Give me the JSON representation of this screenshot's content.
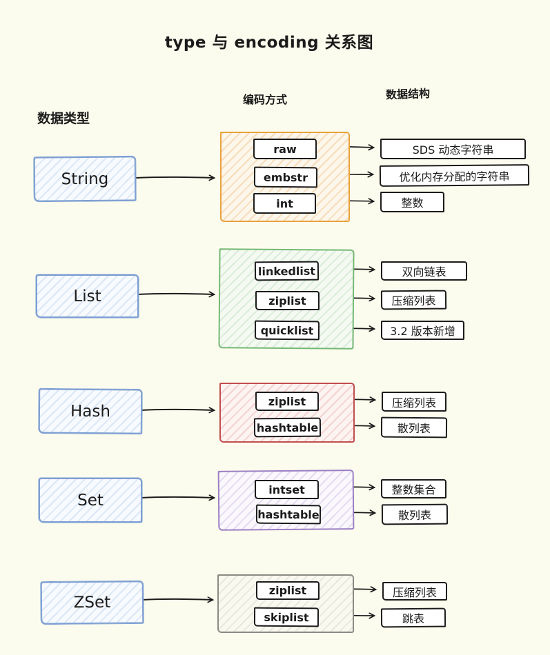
{
  "title": "type 与 encoding 关系图",
  "column_headers": {
    "data_type": "数据类型",
    "encoding": "编码方式",
    "data_structure": "数据结构"
  },
  "colors": {
    "bg": "#fcfcee",
    "ink": "#1b1b1b",
    "blue-border": "#7d9fd3",
    "blue-hatch": "#dbe7f6",
    "blue-bg": "#f7faff",
    "orange-border": "#e9a23b",
    "orange-hatch": "#f7ddbb",
    "orange-bg": "#fdf6eb",
    "green-border": "#74b874",
    "green-hatch": "#daecd9",
    "green-bg": "#f4faf2",
    "red-border": "#c24d4d",
    "red-hatch": "#f3d3d1",
    "red-bg": "#fdf3f1",
    "purple-border": "#9d7fc4",
    "purple-hatch": "#e4dcf1",
    "purple-bg": "#faf8fd",
    "gray-border": "#8b8b84",
    "gray-hatch": "#e8e8df",
    "gray-bg": "#f9f9f0"
  },
  "rows": [
    {
      "type_label": "String",
      "encodings": [
        {
          "label": "raw",
          "structure": "SDS 动态字符串"
        },
        {
          "label": "embstr",
          "structure": "优化内存分配的字符串"
        },
        {
          "label": "int",
          "structure": "整数"
        }
      ]
    },
    {
      "type_label": "List",
      "encodings": [
        {
          "label": "linkedlist",
          "structure": "双向链表"
        },
        {
          "label": "ziplist",
          "structure": "压缩列表"
        },
        {
          "label": "quicklist",
          "structure": "3.2 版本新增"
        }
      ]
    },
    {
      "type_label": "Hash",
      "encodings": [
        {
          "label": "ziplist",
          "structure": "压缩列表"
        },
        {
          "label": "hashtable",
          "structure": "散列表"
        }
      ]
    },
    {
      "type_label": "Set",
      "encodings": [
        {
          "label": "intset",
          "structure": "整数集合"
        },
        {
          "label": "hashtable",
          "structure": "散列表"
        }
      ]
    },
    {
      "type_label": "ZSet",
      "encodings": [
        {
          "label": "ziplist",
          "structure": "压缩列表"
        },
        {
          "label": "skiplist",
          "structure": "跳表"
        }
      ]
    }
  ]
}
